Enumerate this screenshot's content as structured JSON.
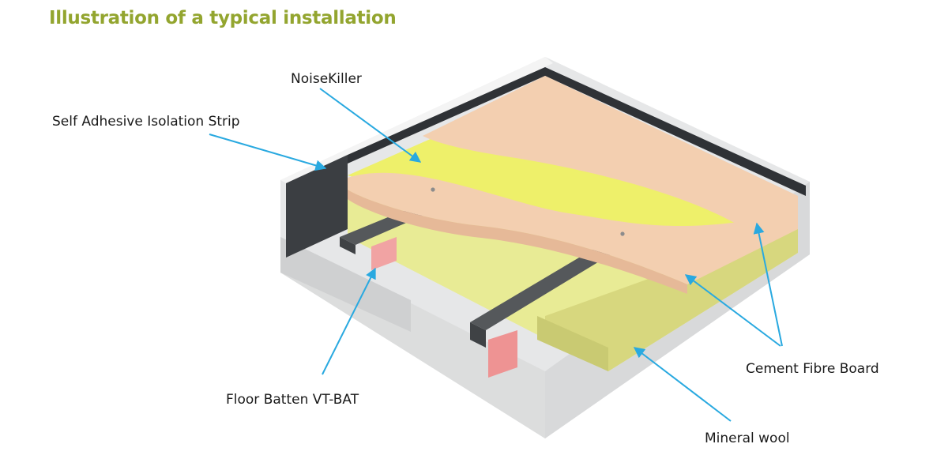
{
  "title": "Illustration of a typical installation",
  "labels": {
    "noisekiller": "NoiseKiller",
    "isolation_strip": "Self Adhesive Isolation Strip",
    "cement_fibre_board": "Cement Fibre Board",
    "floor_batten": "Floor Batten VT-BAT",
    "mineral_wool": "Mineral wool"
  },
  "colors": {
    "title": "#93a52f",
    "leader_lines": "#29a9e0",
    "cement_fibre_board": "#f3cfb0",
    "noisekiller": "#eef06a",
    "mineral_wool": "#e3e68f",
    "battens": "#5a5d60",
    "isolation_strip": "#3b3e42",
    "concrete": "#eceded",
    "resilient_pads": "#f1a3a3"
  }
}
